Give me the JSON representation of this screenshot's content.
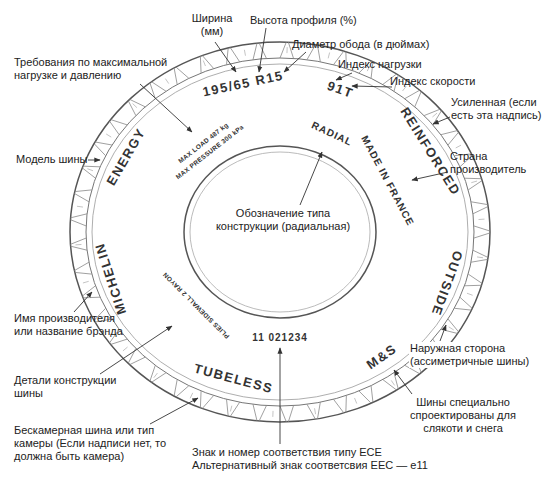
{
  "diagram": {
    "labels": [
      "Ширина (мм)",
      "Высота профиля (%)",
      "Диаметр обода (в дюймах)",
      "Индекс нагрузки",
      "Индекс скорости",
      "Требования по максимальной нагрузке и давлению",
      "Усиленная (если есть эта надпись)",
      "Модель шины",
      "Страна производитель",
      "Обозначение типа конструкции (радиальная)",
      "Имя производителя или название брэнда",
      "Детали конструкции шины",
      "Наружная сторона (ассиметричные шины)",
      "Шины специально спроектированы для слякоти и снега",
      "Бескамерная шина или тип камеры (Если надписи нет, то должна быть камера)",
      "Знак и номер соответствия типу ECE Альтернативный знак соответсвия EEC — e11",
      "195/65 R15",
      "91T",
      "REINFORCED",
      "MADE IN FRANCE",
      "RADIAL",
      "OUTSIDE",
      "M&S",
      "TUBELESS",
      "11 021234",
      "PLIES SIDEWALL 2 RAYON",
      "MICHELIN",
      "ENERGY",
      "MAX LOAD 487 kg",
      "MAX PRESSURE 300 kPa"
    ]
  }
}
